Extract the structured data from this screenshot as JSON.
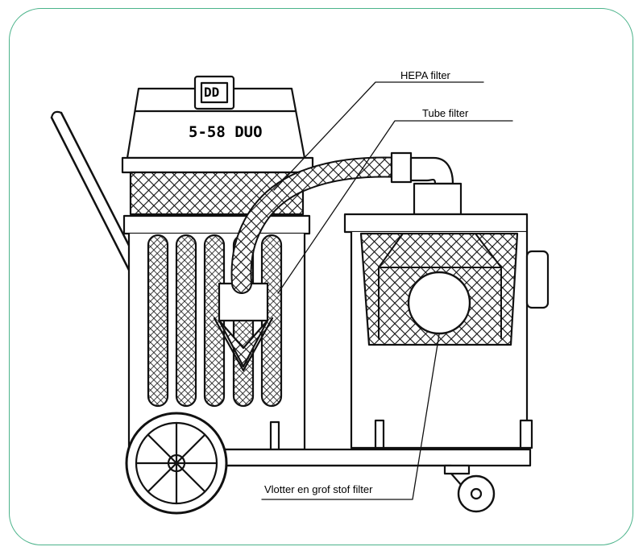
{
  "machine": {
    "model_label": "5-58 DUO",
    "badge_text": "DD"
  },
  "callouts": {
    "hepa": "HEPA filter",
    "tube": "Tube filter",
    "float": "Vlotter en grof stof filter"
  },
  "colors": {
    "frame_border": "#4bb38a",
    "line": "#111111"
  }
}
